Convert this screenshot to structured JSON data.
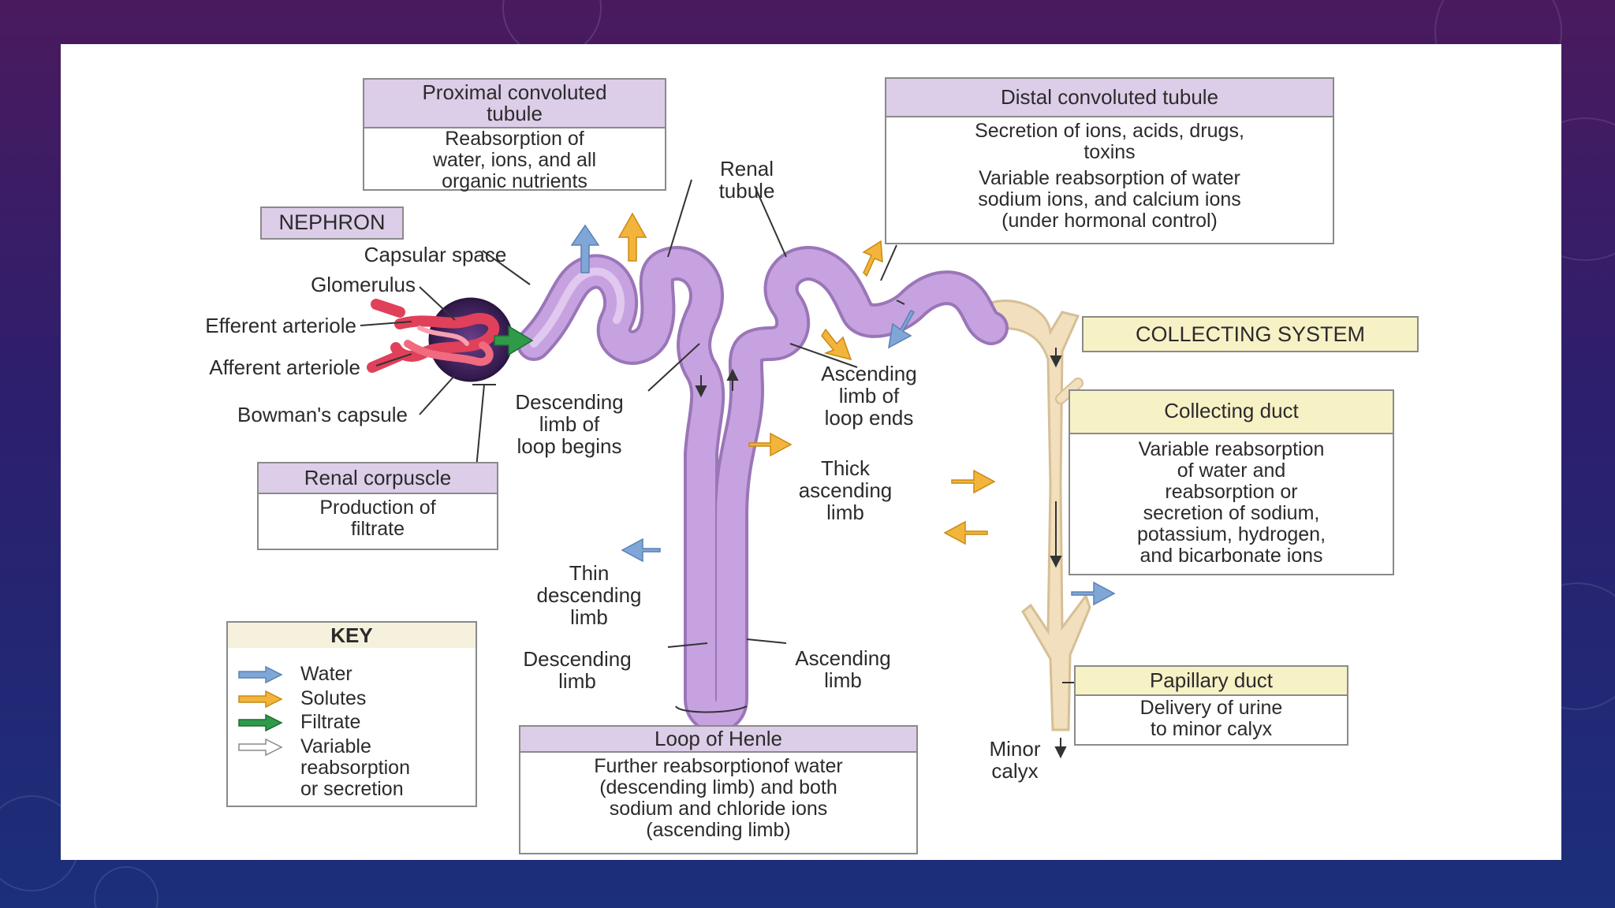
{
  "labels": {
    "renal_tubule": "Renal\ntubule",
    "capsular_space": "Capsular space",
    "glomerulus": "Glomerulus",
    "efferent_arteriole": "Efferent arteriole",
    "afferent_arteriole": "Afferent arteriole",
    "bowmans_capsule": "Bowman's capsule",
    "descending_limb_begins": "Descending\nlimb of\nloop begins",
    "ascending_limb_ends": "Ascending\nlimb of\nloop ends",
    "thick_ascending_limb": "Thick\nascending\nlimb",
    "thin_descending_limb": "Thin\ndescending\nlimb",
    "descending_limb": "Descending\nlimb",
    "ascending_limb": "Ascending\nlimb",
    "minor_calyx": "Minor\ncalyx"
  },
  "tags": {
    "nephron": "NEPHRON",
    "collecting_system": "COLLECTING SYSTEM"
  },
  "boxes": {
    "pct": {
      "title": "Proximal convoluted\ntubule",
      "body": "Reabsorption of\nwater, ions, and all\norganic nutrients"
    },
    "dct": {
      "title": "Distal convoluted tubule",
      "body1": "Secretion of ions, acids, drugs,\ntoxins",
      "body2": "Variable reabsorption of water\nsodium ions, and calcium ions\n(under hormonal control)"
    },
    "renal_corpuscle": {
      "title": "Renal corpuscle",
      "body": "Production of\nfiltrate"
    },
    "collecting_duct": {
      "title": "Collecting duct",
      "body": "Variable reabsorption\nof water and\nreabsorption or\nsecretion of sodium,\npotassium, hydrogen,\nand bicarbonate ions"
    },
    "papillary_duct": {
      "title": "Papillary duct",
      "body": "Delivery of urine\nto minor calyx"
    },
    "loop_of_henle": {
      "title": "Loop of Henle",
      "body": "Further reabsorptionof water\n(descending limb) and both\nsodium and chloride ions\n(ascending limb)"
    }
  },
  "key": {
    "title": "KEY",
    "items": [
      {
        "label": "Water",
        "color": "#7fa6d6"
      },
      {
        "label": "Solutes",
        "color": "#f2b43a"
      },
      {
        "label": "Filtrate",
        "color": "#2f9a4a"
      },
      {
        "label": "Variable\nreabsorption\nor secretion",
        "color": "#ffffff"
      }
    ]
  },
  "colors": {
    "tubule": "#c7a2e0",
    "duct": "#f1dfbd",
    "glomerulus": "#e0405a",
    "capsule": "#4a2a6a",
    "water_arrow": "#7fa6d6",
    "solute_arrow": "#f2b43a",
    "filtrate_arrow": "#2f9a4a"
  }
}
